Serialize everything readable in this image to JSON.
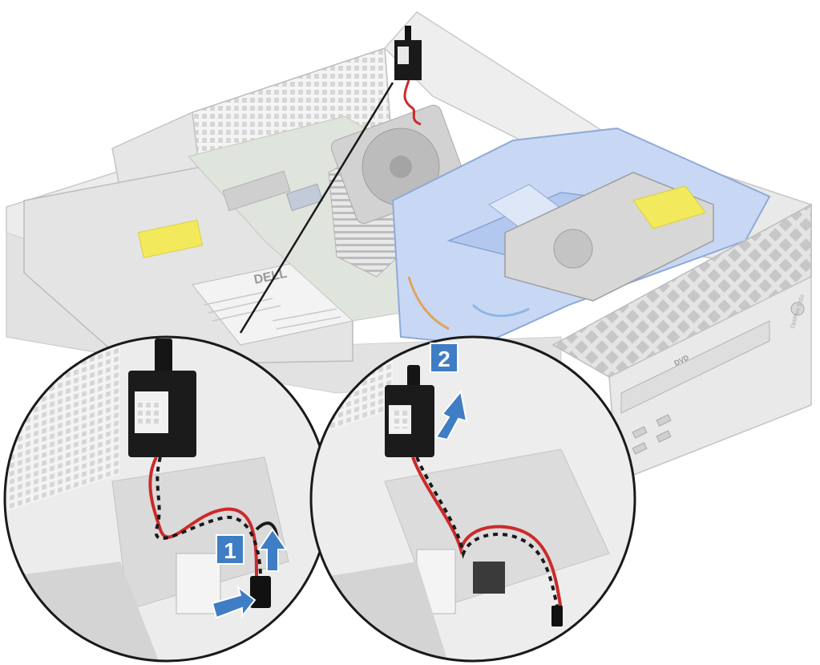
{
  "figure": {
    "main_illustration": "computer-chassis",
    "callouts": [
      {
        "step": "1",
        "action": "disconnect-cable"
      },
      {
        "step": "2",
        "action": "lift-switch"
      }
    ],
    "chassis_labels": {
      "brand": "DELL",
      "model": "OptiPlex 5050",
      "drive_text": "DVD"
    }
  },
  "colors": {
    "badge": "#3f7dc4",
    "arrow": "#3f7dc4",
    "bracket": "#a9c3ee",
    "label": "#f2ea5c",
    "cable_red": "#cc2a2a",
    "cable_black": "#1a1a1a"
  }
}
